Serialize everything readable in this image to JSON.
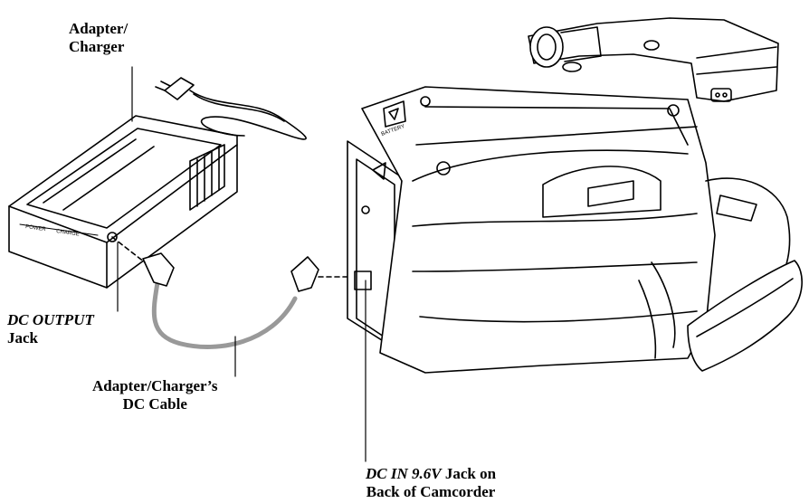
{
  "labels": {
    "adapter_line1": "Adapter/",
    "adapter_line2": "Charger",
    "dc_output_italic": "DC OUTPUT",
    "dc_output_rest": "Jack",
    "cable_line1": "Adapter/Charger’s",
    "cable_line2": "DC Cable",
    "dc_in_italic": "DC IN 9.6V",
    "dc_in_rest": " Jack on",
    "dc_in_line2": "Back of Camcorder"
  },
  "device_text": {
    "power": "POWER",
    "charge": "CHARGE",
    "battery": "BATTERY"
  }
}
